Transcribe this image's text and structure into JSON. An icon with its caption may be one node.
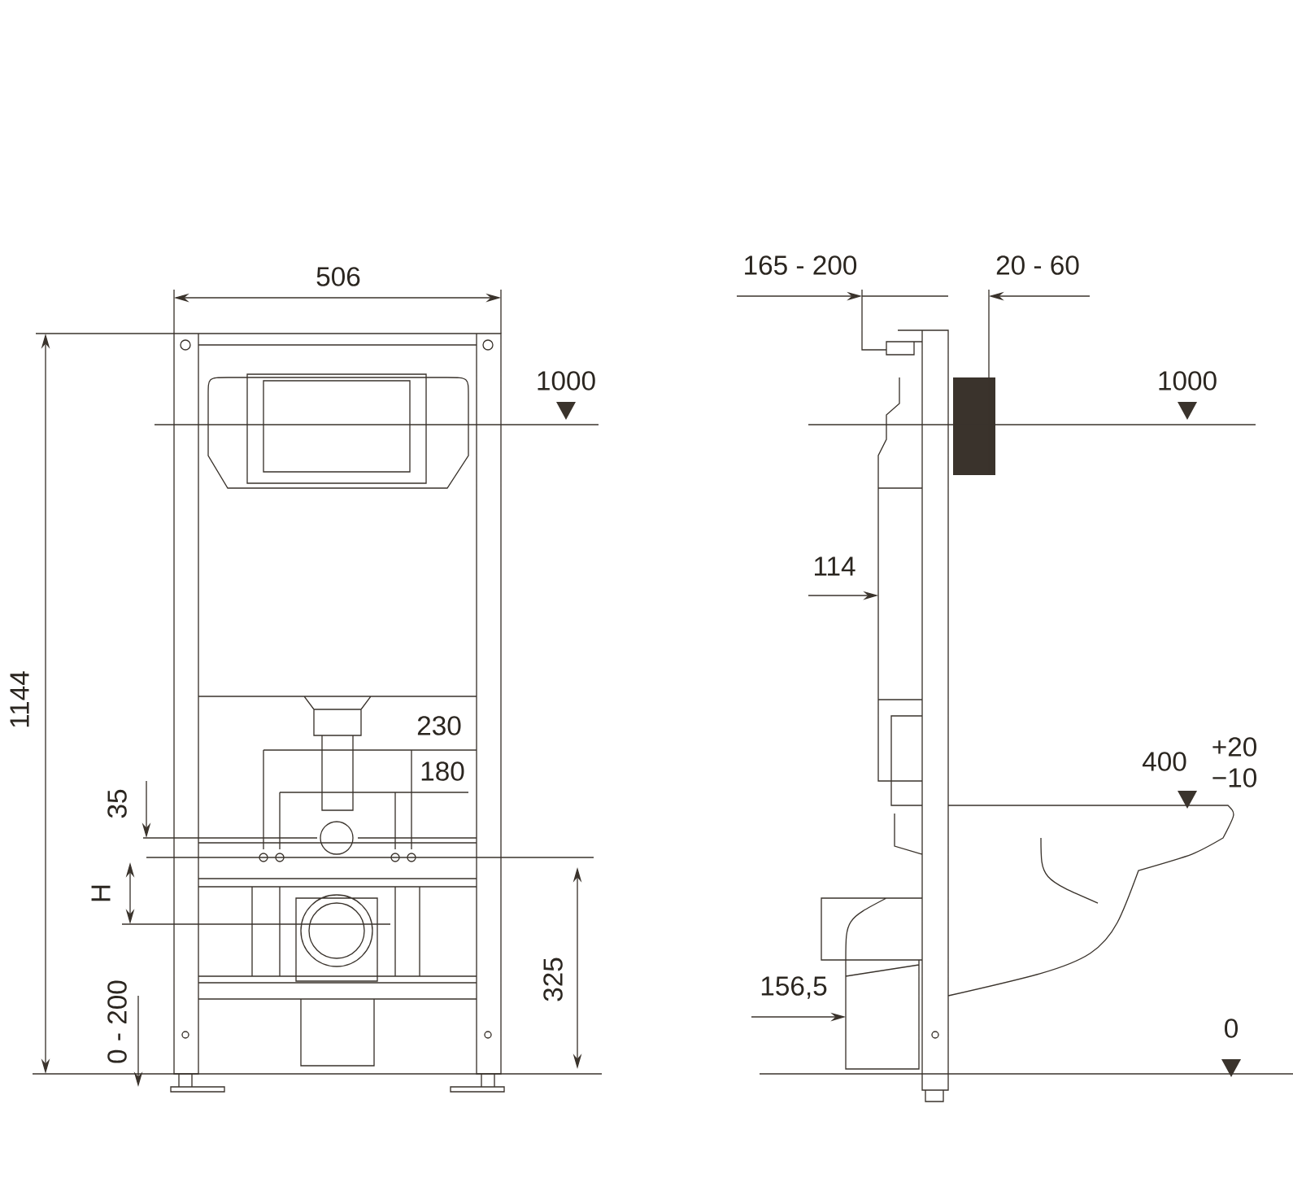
{
  "diagram": {
    "labels": [
      "506",
      "1144",
      "1000",
      "230",
      "180",
      "35",
      "H",
      "325",
      "0 - 200",
      "165 - 200",
      "20 - 60",
      "1000",
      "114",
      "400",
      "+20",
      "−10",
      "156,5",
      "0"
    ]
  }
}
